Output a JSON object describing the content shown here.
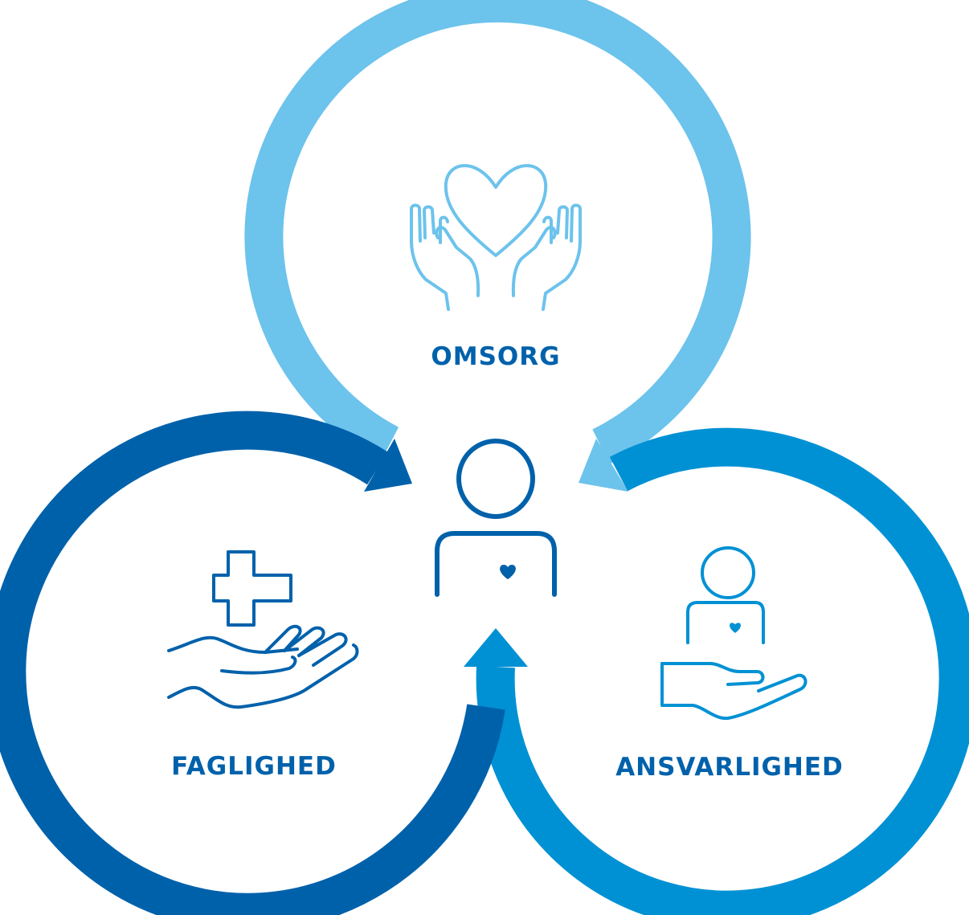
{
  "values": [
    {
      "id": "omsorg",
      "label": "OMSORG",
      "icon": "hands-holding-heart-icon",
      "ring_color": "#6cc3ec"
    },
    {
      "id": "faglighed",
      "label": "FAGLIGHED",
      "icon": "hand-holding-medical-cross-icon",
      "ring_color": "#0061ab"
    },
    {
      "id": "ansvarlighed",
      "label": "ANSVARLIGHED",
      "icon": "hand-holding-person-icon",
      "ring_color": "#0091d4"
    }
  ],
  "center": {
    "icon": "person-with-heart-icon"
  },
  "colors": {
    "label_text": "#0061ab",
    "omsorg_icon": "#6cc3ec",
    "ansvarlighed_icon": "#0091d4"
  }
}
